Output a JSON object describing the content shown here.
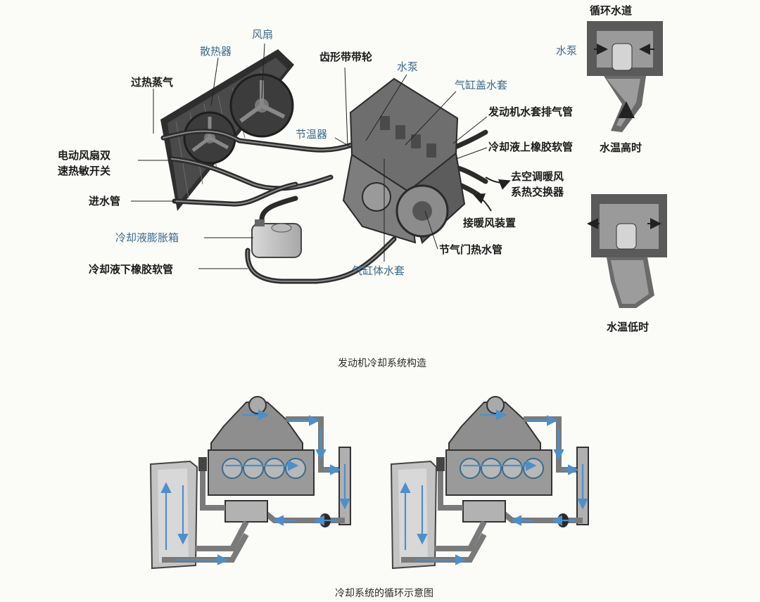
{
  "top_diagram": {
    "caption": "发动机冷却系统构造",
    "labels": {
      "radiator": "散热器",
      "fan": "风扇",
      "superheated_steam": "过热蒸气",
      "fan_switch_line1": "电动风扇双",
      "fan_switch_line2": "速热敏开关",
      "inlet_pipe": "进水管",
      "expansion_tank": "冷却液膨胀箱",
      "lower_hose": "冷却液下橡胶软管",
      "toothed_pulley": "齿形带带轮",
      "water_pump": "水泵",
      "head_jacket": "气缸盖水套",
      "thermostat": "节温器",
      "jacket_vent": "发动机水套排气管",
      "upper_hose": "冷却液上橡胶软管",
      "heater_line1": "去空调暖风",
      "heater_line2": "系热交换器",
      "heater_device": "接暖风装置",
      "throttle_pipe": "节气门热水管",
      "block_jacket": "气缸体水套"
    }
  },
  "thermostat_panel": {
    "title": "循环水道",
    "pump_label": "水泵",
    "high_temp": "水温高时",
    "low_temp": "水温低时"
  },
  "bottom_diagram": {
    "caption": "冷却系统的循环示意图"
  },
  "colors": {
    "label_blue": "#3a6b8c",
    "flow_blue": "#4d8fc9",
    "metal_dark": "#3b3b3b",
    "metal_mid": "#8d8d8d",
    "metal_light": "#c8c8c8"
  }
}
